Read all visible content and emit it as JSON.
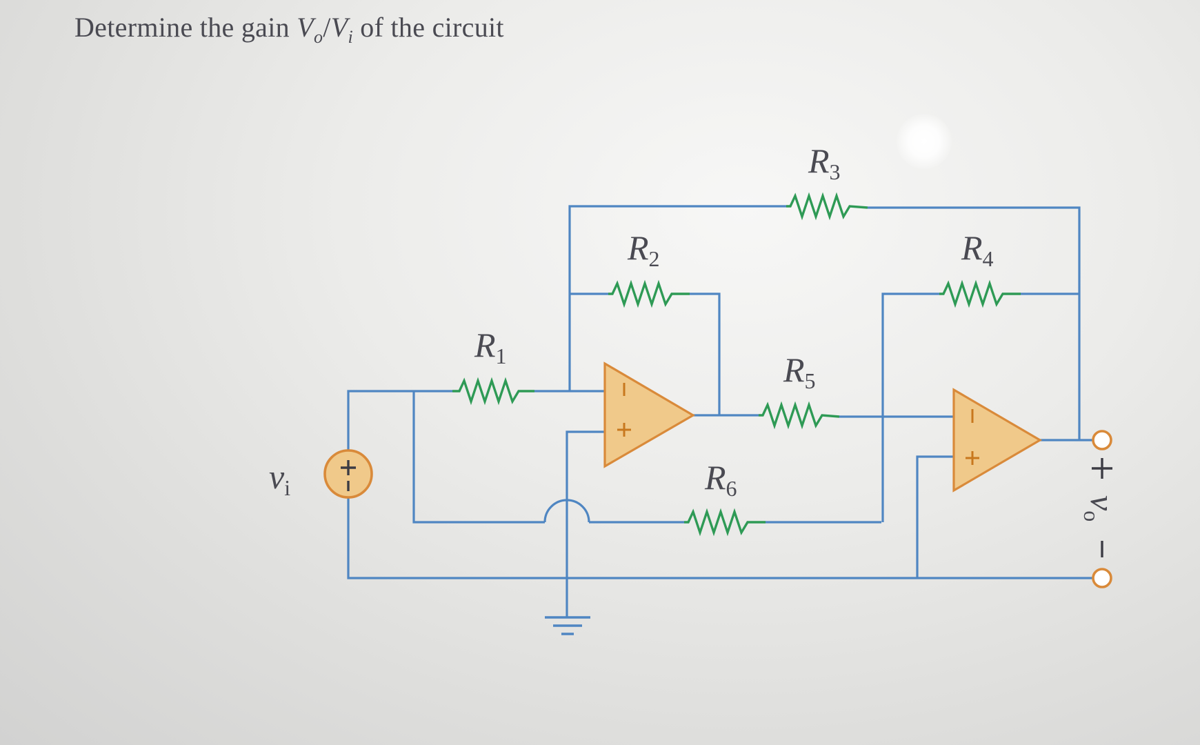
{
  "problem": {
    "prefix": "Determine the gain ",
    "v_out": "V",
    "v_out_sub": "o",
    "slash": "/",
    "v_in": "V",
    "v_in_sub": "i",
    "suffix": " of the circuit"
  },
  "resistors": {
    "r1": {
      "letter": "R",
      "sub": "1"
    },
    "r2": {
      "letter": "R",
      "sub": "2"
    },
    "r3": {
      "letter": "R",
      "sub": "3"
    },
    "r4": {
      "letter": "R",
      "sub": "4"
    },
    "r5": {
      "letter": "R",
      "sub": "5"
    },
    "r6": {
      "letter": "R",
      "sub": "6"
    }
  },
  "source": {
    "letter": "v",
    "sub": "i",
    "plus": "+",
    "minus": "−"
  },
  "output": {
    "letter": "v",
    "sub": "o",
    "plus": "+",
    "minus": "−"
  },
  "opamps": {
    "u1": {
      "inverting": "−",
      "noninverting": "+"
    },
    "u2": {
      "inverting": "−",
      "noninverting": "+"
    }
  },
  "colors": {
    "wire": "#4f86c2",
    "resistor": "#2e9a55",
    "opamp_fill": "#f0c98a",
    "opamp_stroke": "#d98a3a"
  }
}
